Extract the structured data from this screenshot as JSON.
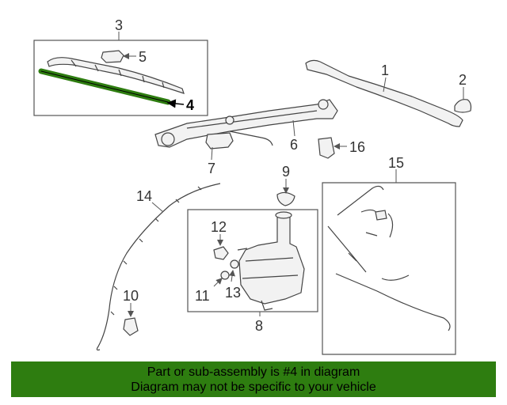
{
  "callouts": [
    "1",
    "2",
    "3",
    "4",
    "5",
    "6",
    "7",
    "8",
    "9",
    "10",
    "11",
    "12",
    "13",
    "14",
    "15",
    "16"
  ],
  "highlight_color": "#2e7d10",
  "banner": {
    "line1": "Part or sub-assembly is #4 in diagram",
    "line2": "Diagram may not be specific to your vehicle"
  }
}
